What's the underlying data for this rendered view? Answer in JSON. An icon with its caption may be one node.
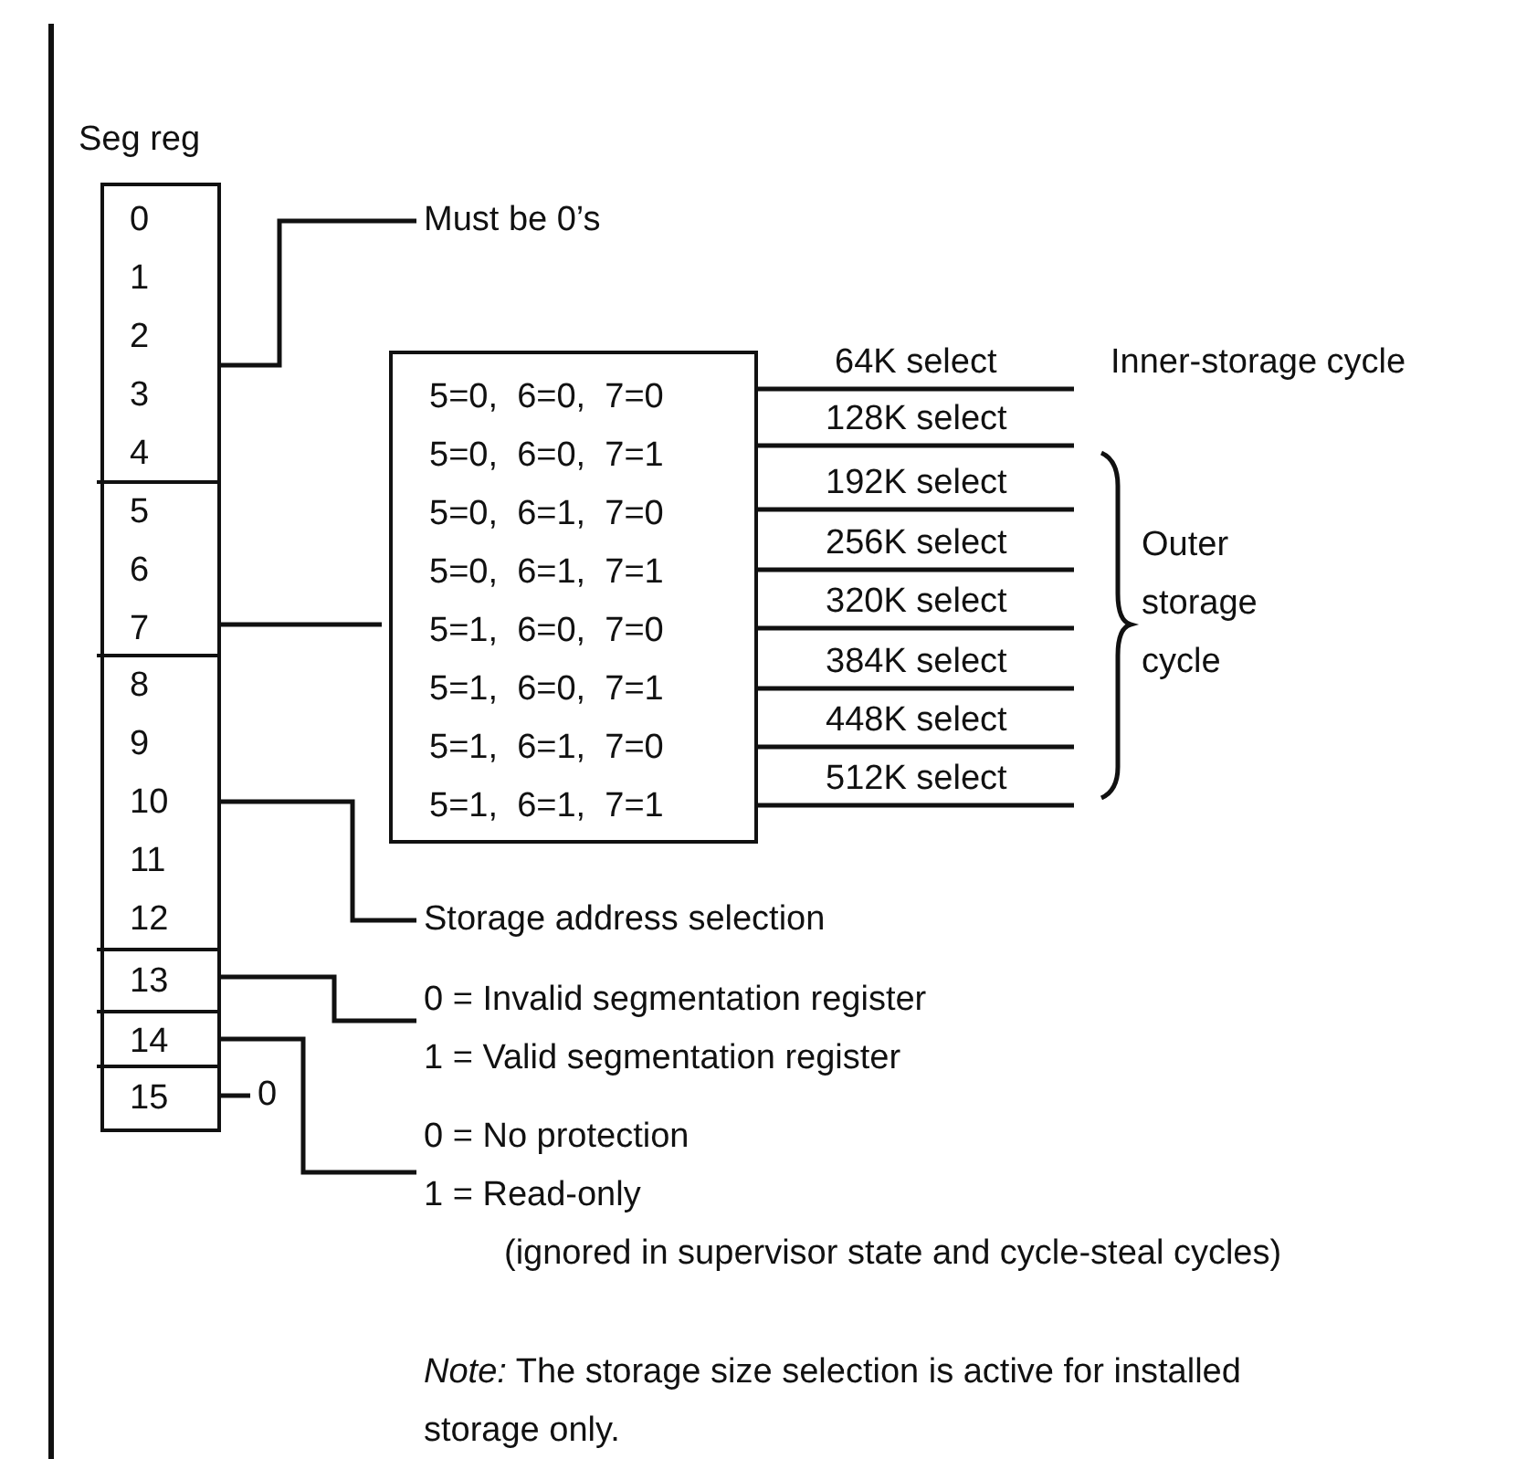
{
  "diagram": {
    "nodes": [
      {
        "text": [
          "Seg reg"
        ]
      },
      {
        "text": [
          "0",
          "1",
          "2",
          "3",
          "4"
        ],
        "in": 0
      },
      {
        "text": [
          "5",
          "6",
          "7"
        ],
        "in": 0
      },
      {
        "text": [
          "8",
          "9",
          "10",
          "11",
          "12"
        ],
        "in": 0
      },
      {
        "text": [
          "13"
        ],
        "in": 0
      },
      {
        "text": [
          "14"
        ],
        "in": 0
      },
      {
        "text": [
          "15"
        ],
        "in": 0
      },
      {
        "text": [
          "Must be 0’s"
        ]
      },
      {
        "text": [
          "5=0,  6=0,  7=0",
          "5=0,  6=0,  7=1",
          "5=0,  6=1,  7=0",
          "5=0,  6=1,  7=1",
          "5=1,  6=0,  7=0",
          "5=1,  6=0,  7=1",
          "5=1,  6=1,  7=0",
          "5=1,  6=1,  7=1"
        ]
      },
      {
        "text": [
          "Storage address selection"
        ]
      },
      {
        "text": [
          "0 = Invalid segmentation register",
          "1 = Valid segmentation register"
        ]
      },
      {
        "text": [
          "0"
        ]
      },
      {
        "text": [
          "0 = No protection",
          "1 = Read-only",
          "(ignored in supervisor state and cycle-steal cycles)"
        ]
      }
    ],
    "edges": [
      {
        "from": 1,
        "to": 7,
        "arrow": "none"
      },
      {
        "from": 2,
        "to": 8,
        "arrow": "none"
      },
      {
        "from": 8,
        "to": null,
        "arrow": "none",
        "label": "64K select"
      },
      {
        "from": 8,
        "to": null,
        "arrow": "none",
        "label": "128K select"
      },
      {
        "from": 8,
        "to": null,
        "arrow": "none",
        "label": "192K select"
      },
      {
        "from": 8,
        "to": null,
        "arrow": "none",
        "label": "256K select"
      },
      {
        "from": 8,
        "to": null,
        "arrow": "none",
        "label": "320K select"
      },
      {
        "from": 8,
        "to": null,
        "arrow": "none",
        "label": "384K select"
      },
      {
        "from": 8,
        "to": null,
        "arrow": "none",
        "label": "448K select"
      },
      {
        "from": 8,
        "to": null,
        "arrow": "none",
        "label": "512K select"
      },
      {
        "from": 3,
        "to": 9,
        "arrow": "none"
      },
      {
        "from": 4,
        "to": 10,
        "arrow": "none"
      },
      {
        "from": 5,
        "to": 12,
        "arrow": "none"
      },
      {
        "from": 6,
        "to": 11,
        "arrow": "none"
      }
    ],
    "labels": [
      "Inner-storage cycle",
      "Outer storage cycle",
      "*Note:* The storage size selection is active for installed storage only."
    ]
  }
}
